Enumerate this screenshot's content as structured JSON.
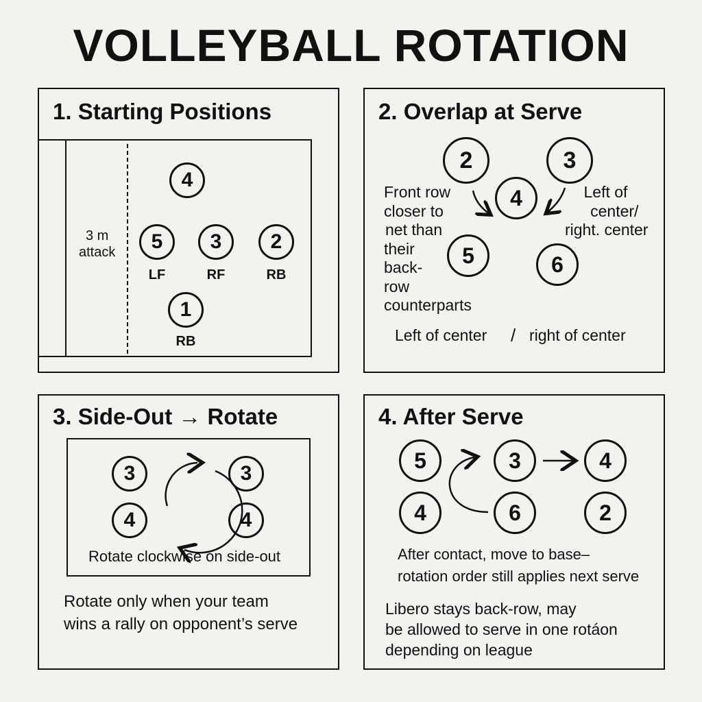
{
  "title": "VOLLEYBALL ROTATION",
  "panel1": {
    "title": "1. Starting Positions",
    "attack_label_line1": "3 m",
    "attack_label_line2": "attack",
    "players": [
      {
        "num": "4",
        "label": ""
      },
      {
        "num": "5",
        "label": "LF"
      },
      {
        "num": "3",
        "label": "RF"
      },
      {
        "num": "2",
        "label": "RB"
      },
      {
        "num": "1",
        "label": "RB"
      }
    ]
  },
  "panel2": {
    "title": "2. Overlap at Serve",
    "players": [
      "2",
      "3",
      "4",
      "5",
      "6"
    ],
    "left_note": [
      "Front row",
      "closer to",
      "net than",
      "their",
      "back-",
      "row",
      "counterparts"
    ],
    "right_note": [
      "Left of",
      "center/",
      "right. center"
    ],
    "bottom_left": "Left of center",
    "bottom_sep": "/",
    "bottom_right": "right of center"
  },
  "panel3": {
    "title": "3. Side-Out → Rotate",
    "left_players": [
      "3",
      "4"
    ],
    "right_players": [
      "3",
      "4"
    ],
    "inner_caption": "Rotate clockwise on side-out",
    "note_line1": "Rotate only when your team",
    "note_line2": "wins a rally on opponent’s serve"
  },
  "panel4": {
    "title": "4. After Serve",
    "players": [
      "5",
      "3",
      "4",
      "4",
      "6",
      "2"
    ],
    "note1_line1": "After contact, move to base–",
    "note1_line2": "rotation order still applies next serve",
    "note2_line1": "Libero stays back-row, may",
    "note2_line2": "be allowed to serve in one rotáon",
    "note2_line3": "depending on league"
  }
}
